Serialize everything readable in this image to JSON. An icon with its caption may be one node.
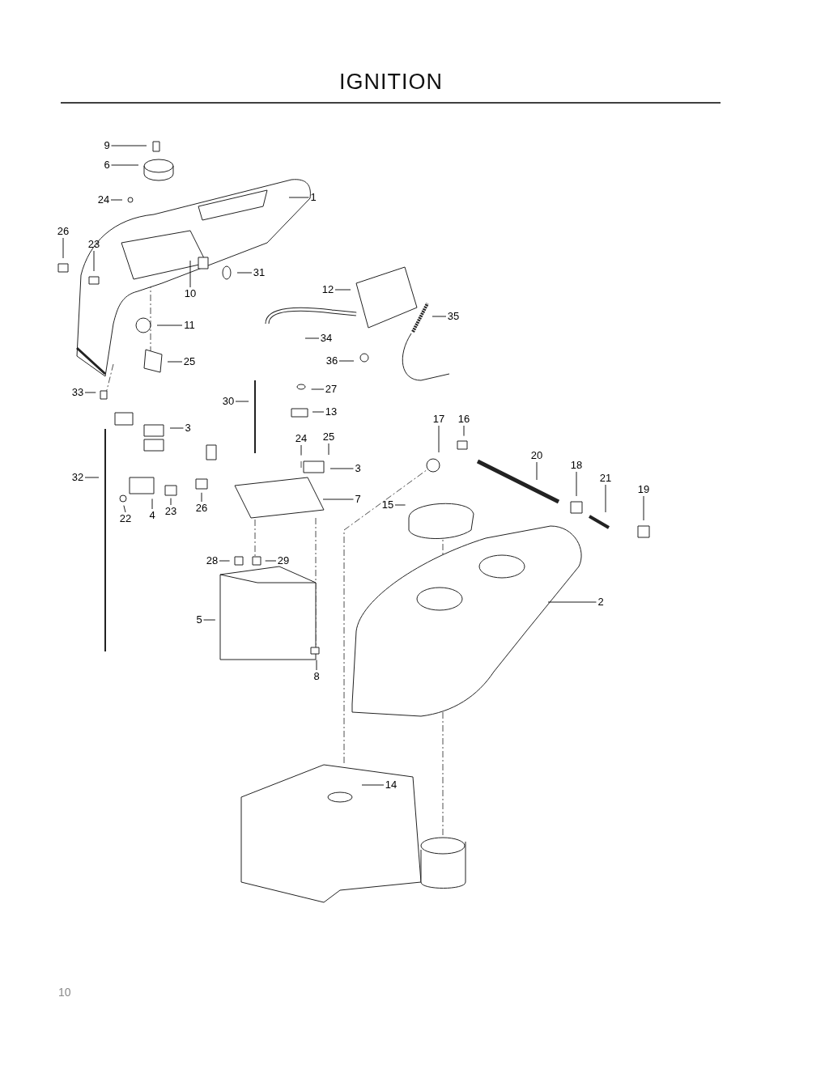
{
  "diagram": {
    "title": "IGNITION",
    "nodes": [
      {
        "text": [
          "9"
        ]
      },
      {
        "text": [
          "6"
        ]
      },
      {
        "text": [
          "24"
        ]
      },
      {
        "text": [
          "1"
        ]
      },
      {
        "text": [
          "26"
        ]
      },
      {
        "text": [
          "23"
        ]
      },
      {
        "text": [
          "31"
        ]
      },
      {
        "text": [
          "12"
        ]
      },
      {
        "text": [
          "10"
        ]
      },
      {
        "text": [
          "35"
        ]
      },
      {
        "text": [
          "11"
        ]
      },
      {
        "text": [
          "34"
        ]
      },
      {
        "text": [
          "36"
        ]
      },
      {
        "text": [
          "25"
        ]
      },
      {
        "text": [
          "33"
        ]
      },
      {
        "text": [
          "27"
        ]
      },
      {
        "text": [
          "30"
        ]
      },
      {
        "text": [
          "13"
        ]
      },
      {
        "text": [
          "17"
        ]
      },
      {
        "text": [
          "16"
        ]
      },
      {
        "text": [
          "3"
        ]
      },
      {
        "text": [
          "24"
        ]
      },
      {
        "text": [
          "25"
        ]
      },
      {
        "text": [
          "20"
        ]
      },
      {
        "text": [
          "3"
        ]
      },
      {
        "text": [
          "18"
        ]
      },
      {
        "text": [
          "32"
        ]
      },
      {
        "text": [
          "21"
        ]
      },
      {
        "text": [
          "19"
        ]
      },
      {
        "text": [
          "7"
        ]
      },
      {
        "text": [
          "15"
        ]
      },
      {
        "text": [
          "26"
        ]
      },
      {
        "text": [
          "23"
        ]
      },
      {
        "text": [
          "4"
        ]
      },
      {
        "text": [
          "22"
        ]
      },
      {
        "text": [
          "28"
        ]
      },
      {
        "text": [
          "29"
        ]
      },
      {
        "text": [
          "2"
        ]
      },
      {
        "text": [
          "5"
        ]
      },
      {
        "text": [
          "8"
        ]
      },
      {
        "text": [
          "14"
        ]
      }
    ],
    "edges": [
      {
        "from": 0,
        "to": null,
        "arrow": "none"
      },
      {
        "from": 1,
        "to": null,
        "arrow": "none"
      },
      {
        "from": 2,
        "to": null,
        "arrow": "none"
      },
      {
        "from": 3,
        "to": null,
        "arrow": "none"
      },
      {
        "from": 4,
        "to": null,
        "arrow": "none"
      },
      {
        "from": 5,
        "to": null,
        "arrow": "none"
      },
      {
        "from": 6,
        "to": null,
        "arrow": "none"
      },
      {
        "from": 7,
        "to": null,
        "arrow": "none"
      },
      {
        "from": 8,
        "to": null,
        "arrow": "none"
      },
      {
        "from": 9,
        "to": null,
        "arrow": "none"
      },
      {
        "from": 10,
        "to": null,
        "arrow": "none"
      },
      {
        "from": 11,
        "to": null,
        "arrow": "none"
      },
      {
        "from": 12,
        "to": null,
        "arrow": "none"
      },
      {
        "from": 13,
        "to": null,
        "arrow": "none"
      },
      {
        "from": 14,
        "to": null,
        "arrow": "none"
      },
      {
        "from": 15,
        "to": null,
        "arrow": "none"
      },
      {
        "from": 16,
        "to": null,
        "arrow": "none"
      },
      {
        "from": 17,
        "to": null,
        "arrow": "none"
      },
      {
        "from": 18,
        "to": null,
        "arrow": "none"
      },
      {
        "from": 19,
        "to": null,
        "arrow": "none"
      },
      {
        "from": 20,
        "to": null,
        "arrow": "none"
      },
      {
        "from": 21,
        "to": null,
        "arrow": "none"
      },
      {
        "from": 22,
        "to": null,
        "arrow": "none"
      },
      {
        "from": 23,
        "to": null,
        "arrow": "none"
      },
      {
        "from": 24,
        "to": null,
        "arrow": "none"
      },
      {
        "from": 25,
        "to": null,
        "arrow": "none"
      },
      {
        "from": 26,
        "to": null,
        "arrow": "none"
      },
      {
        "from": 27,
        "to": null,
        "arrow": "none"
      },
      {
        "from": 28,
        "to": null,
        "arrow": "none"
      },
      {
        "from": 29,
        "to": null,
        "arrow": "none"
      },
      {
        "from": 30,
        "to": null,
        "arrow": "none"
      },
      {
        "from": 31,
        "to": null,
        "arrow": "none"
      },
      {
        "from": 32,
        "to": null,
        "arrow": "none"
      },
      {
        "from": 33,
        "to": null,
        "arrow": "none"
      },
      {
        "from": 34,
        "to": null,
        "arrow": "none"
      },
      {
        "from": 35,
        "to": null,
        "arrow": "none"
      },
      {
        "from": 36,
        "to": null,
        "arrow": "none"
      },
      {
        "from": 37,
        "to": null,
        "arrow": "none"
      },
      {
        "from": 38,
        "to": null,
        "arrow": "none"
      },
      {
        "from": 39,
        "to": null,
        "arrow": "none"
      },
      {
        "from": 40,
        "to": null,
        "arrow": "none"
      }
    ],
    "labels": [
      "10"
    ]
  }
}
